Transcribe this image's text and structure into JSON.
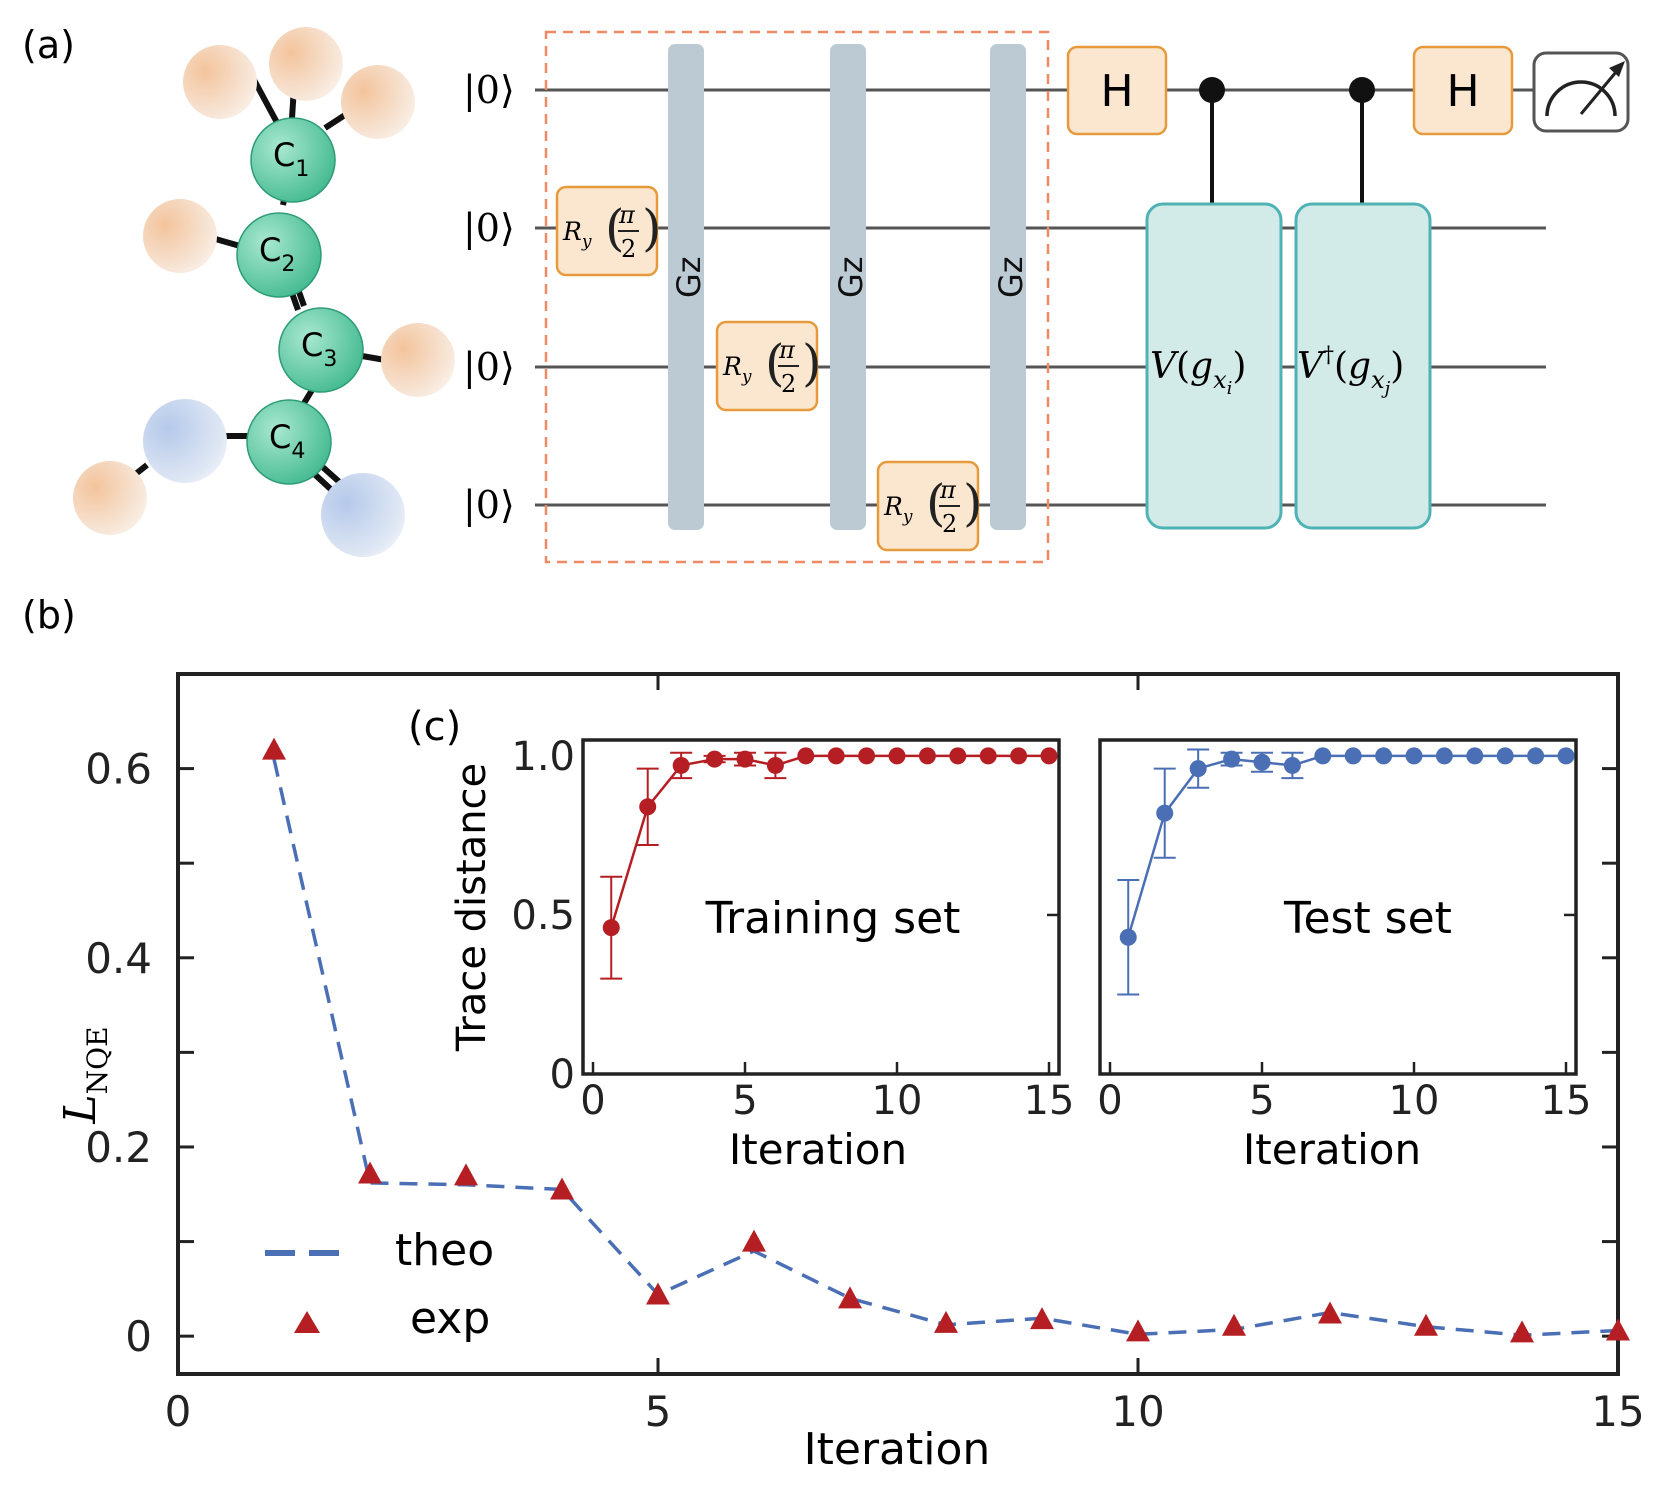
{
  "panels": {
    "a": "(a)",
    "b": "(b)",
    "c": "(c)"
  },
  "molecule": {
    "carbons": [
      {
        "base": "C",
        "sub": "1"
      },
      {
        "base": "C",
        "sub": "2"
      },
      {
        "base": "C",
        "sub": "3"
      },
      {
        "base": "C",
        "sub": "4"
      }
    ]
  },
  "circuit": {
    "qubit_labels": [
      "|0⟩",
      "|0⟩",
      "|0⟩",
      "|0⟩"
    ],
    "gz_label": "Gz",
    "ry_label": {
      "base": "R",
      "sub": "y",
      "num": "π",
      "den": "2"
    },
    "h_label": "H",
    "v_label": {
      "base": "V",
      "arg": "g",
      "sub": "x",
      "subsub": "i"
    },
    "vdag_label": {
      "base": "V",
      "sup": "†",
      "arg": "g",
      "sub": "x",
      "subsub": "j"
    }
  },
  "colors": {
    "theo": "#4a6fb5",
    "exp": "#b51f24",
    "train": "#b51f24",
    "test": "#4a6fb5",
    "carbon": "#5ec9a4",
    "hydrogen": "#f2bb8c",
    "oxygen": "#b3c8e8",
    "gate_orange_fill": "#fbe7cf",
    "gate_orange_stroke": "#e79a3b",
    "gz_fill": "#bccbd3",
    "v_fill": "#d3ebe8",
    "v_stroke": "#4fb3b6",
    "dashed_box": "#f08a64"
  },
  "chart_data": [
    {
      "type": "line",
      "panel": "b",
      "xlabel": "Iteration",
      "ylabel": "L",
      "ylabel_sub": "NQE",
      "xlim": [
        0,
        15
      ],
      "ylim": [
        -0.04,
        0.7
      ],
      "xticks": [
        0,
        5,
        10,
        15
      ],
      "yticks": [
        0,
        0.2,
        0.4,
        0.6
      ],
      "ytick_labels": [
        "0",
        "0.2",
        "0.4",
        "0.6"
      ],
      "series": [
        {
          "name": "theo",
          "style": "dashed",
          "x": [
            1,
            2,
            3,
            4,
            5,
            6,
            7,
            8,
            9,
            10,
            11,
            12,
            13,
            14,
            15
          ],
          "values": [
            0.61,
            0.162,
            0.16,
            0.155,
            0.044,
            0.09,
            0.04,
            0.012,
            0.019,
            0.002,
            0.007,
            0.025,
            0.01,
            0.001,
            0.006
          ]
        },
        {
          "name": "exp",
          "style": "triangle",
          "x": [
            1,
            2,
            3,
            4,
            5,
            6,
            7,
            8,
            9,
            10,
            11,
            12,
            13,
            14,
            15
          ],
          "values": [
            0.62,
            0.172,
            0.17,
            0.155,
            0.044,
            0.1,
            0.04,
            0.014,
            0.018,
            0.005,
            0.011,
            0.024,
            0.011,
            0.004,
            0.006
          ]
        }
      ],
      "legend": "bottom-left"
    },
    {
      "type": "line",
      "panel": "c",
      "title": "Training set",
      "xlabel": "Iteration",
      "ylabel": "Trace distance",
      "xlim": [
        0,
        15
      ],
      "ylim": [
        0,
        1.05
      ],
      "xticks": [
        0,
        5,
        10,
        15
      ],
      "yticks": [
        0,
        0.5,
        1.0
      ],
      "ytick_labels": [
        "0",
        "0.5",
        "1.0"
      ],
      "series": [
        {
          "x": [
            0.6,
            1.8,
            2.9,
            4,
            5,
            6,
            7,
            8,
            9,
            10,
            11,
            12,
            13,
            14,
            15
          ],
          "values": [
            0.46,
            0.84,
            0.97,
            0.99,
            0.99,
            0.97,
            1.0,
            1.0,
            1.0,
            1.0,
            1.0,
            1.0,
            1.0,
            1.0,
            1.0
          ],
          "err": [
            0.16,
            0.12,
            0.04,
            0.01,
            0.02,
            0.04,
            0,
            0,
            0,
            0,
            0,
            0,
            0,
            0,
            0
          ]
        }
      ]
    },
    {
      "type": "line",
      "panel": "c",
      "title": "Test set",
      "xlabel": "Iteration",
      "xlim": [
        0,
        15
      ],
      "ylim": [
        0,
        1.05
      ],
      "xticks": [
        0,
        5,
        10,
        15
      ],
      "yticks": [
        0,
        0.5,
        1.0
      ],
      "series": [
        {
          "x": [
            0.6,
            1.8,
            2.9,
            4,
            5,
            6,
            7,
            8,
            9,
            10,
            11,
            12,
            13,
            14,
            15
          ],
          "values": [
            0.43,
            0.82,
            0.96,
            0.99,
            0.98,
            0.97,
            1.0,
            1.0,
            1.0,
            1.0,
            1.0,
            1.0,
            1.0,
            1.0,
            1.0
          ],
          "err": [
            0.18,
            0.14,
            0.06,
            0.02,
            0.03,
            0.04,
            0,
            0,
            0,
            0,
            0,
            0,
            0,
            0,
            0
          ]
        }
      ]
    }
  ]
}
